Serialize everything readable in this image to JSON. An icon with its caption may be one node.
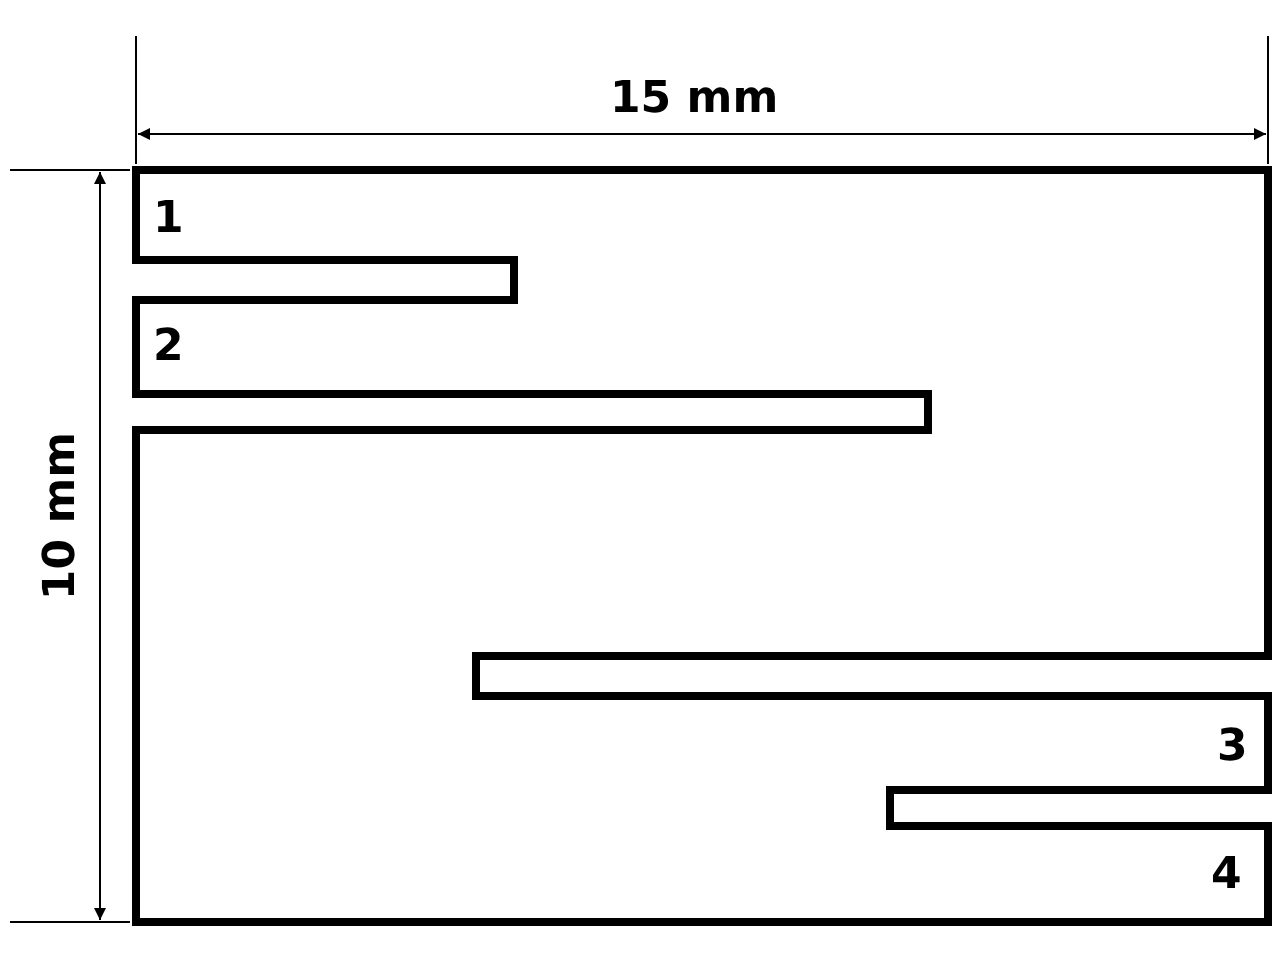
{
  "diagram": {
    "labels": [
      "15 mm",
      "1",
      "2",
      "10 mm",
      "3",
      "4"
    ]
  }
}
